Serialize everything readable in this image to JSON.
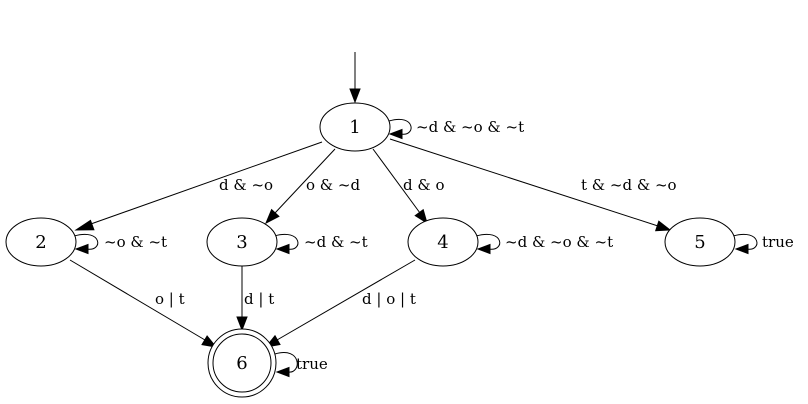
{
  "diagram": {
    "type": "state-machine",
    "states": [
      {
        "id": "1",
        "label": "1",
        "initial": true,
        "accepting": false
      },
      {
        "id": "2",
        "label": "2",
        "initial": false,
        "accepting": false
      },
      {
        "id": "3",
        "label": "3",
        "initial": false,
        "accepting": false
      },
      {
        "id": "4",
        "label": "4",
        "initial": false,
        "accepting": false
      },
      {
        "id": "5",
        "label": "5",
        "initial": false,
        "accepting": false
      },
      {
        "id": "6",
        "label": "6",
        "initial": false,
        "accepting": true
      }
    ],
    "transitions": [
      {
        "from": "1",
        "to": "1",
        "label": "~d & ~o & ~t"
      },
      {
        "from": "1",
        "to": "2",
        "label": "d & ~o"
      },
      {
        "from": "1",
        "to": "3",
        "label": "o & ~d"
      },
      {
        "from": "1",
        "to": "4",
        "label": "d & o"
      },
      {
        "from": "1",
        "to": "5",
        "label": "t & ~d & ~o"
      },
      {
        "from": "2",
        "to": "2",
        "label": "~o & ~t"
      },
      {
        "from": "2",
        "to": "6",
        "label": "o | t"
      },
      {
        "from": "3",
        "to": "3",
        "label": "~d & ~t"
      },
      {
        "from": "3",
        "to": "6",
        "label": "d | t"
      },
      {
        "from": "4",
        "to": "4",
        "label": "~d & ~o & ~t"
      },
      {
        "from": "4",
        "to": "6",
        "label": "d | o | t"
      },
      {
        "from": "5",
        "to": "5",
        "label": "true"
      },
      {
        "from": "6",
        "to": "6",
        "label": "true"
      }
    ]
  }
}
